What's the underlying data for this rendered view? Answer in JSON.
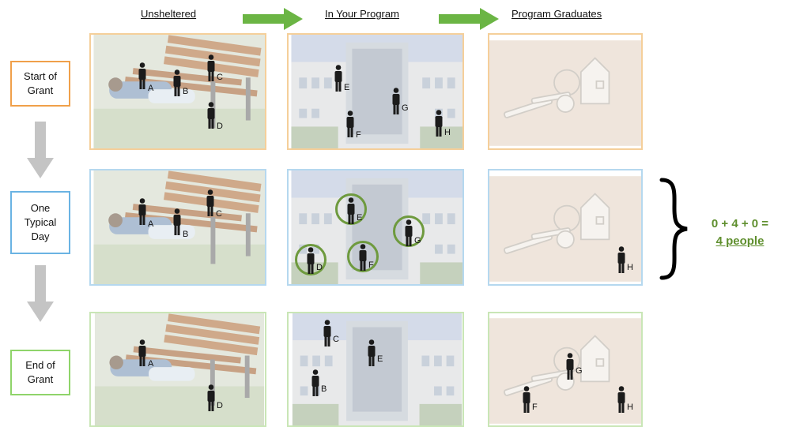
{
  "headers": {
    "unsheltered": "Unsheltered",
    "in_program": "In Your Program",
    "graduates": "Program Graduates"
  },
  "rows": {
    "start": "Start of\nGrant",
    "typical": "One\nTypical\nDay",
    "end": "End of\nGrant"
  },
  "people": {
    "A": "A",
    "B": "B",
    "C": "C",
    "D": "D",
    "E": "E",
    "F": "F",
    "G": "G",
    "H": "H"
  },
  "equation": {
    "sum": "0 + 4 + 0 =",
    "total": "4 people"
  },
  "colors": {
    "start_border": "#f0a04a",
    "typical_border": "#6ab3e3",
    "end_border": "#8fd46a",
    "arrow_green": "#6bb544",
    "arrow_gray": "#c4c4c4",
    "highlight_ring": "#6e9a3e",
    "equation_green": "#5f8f2e"
  }
}
